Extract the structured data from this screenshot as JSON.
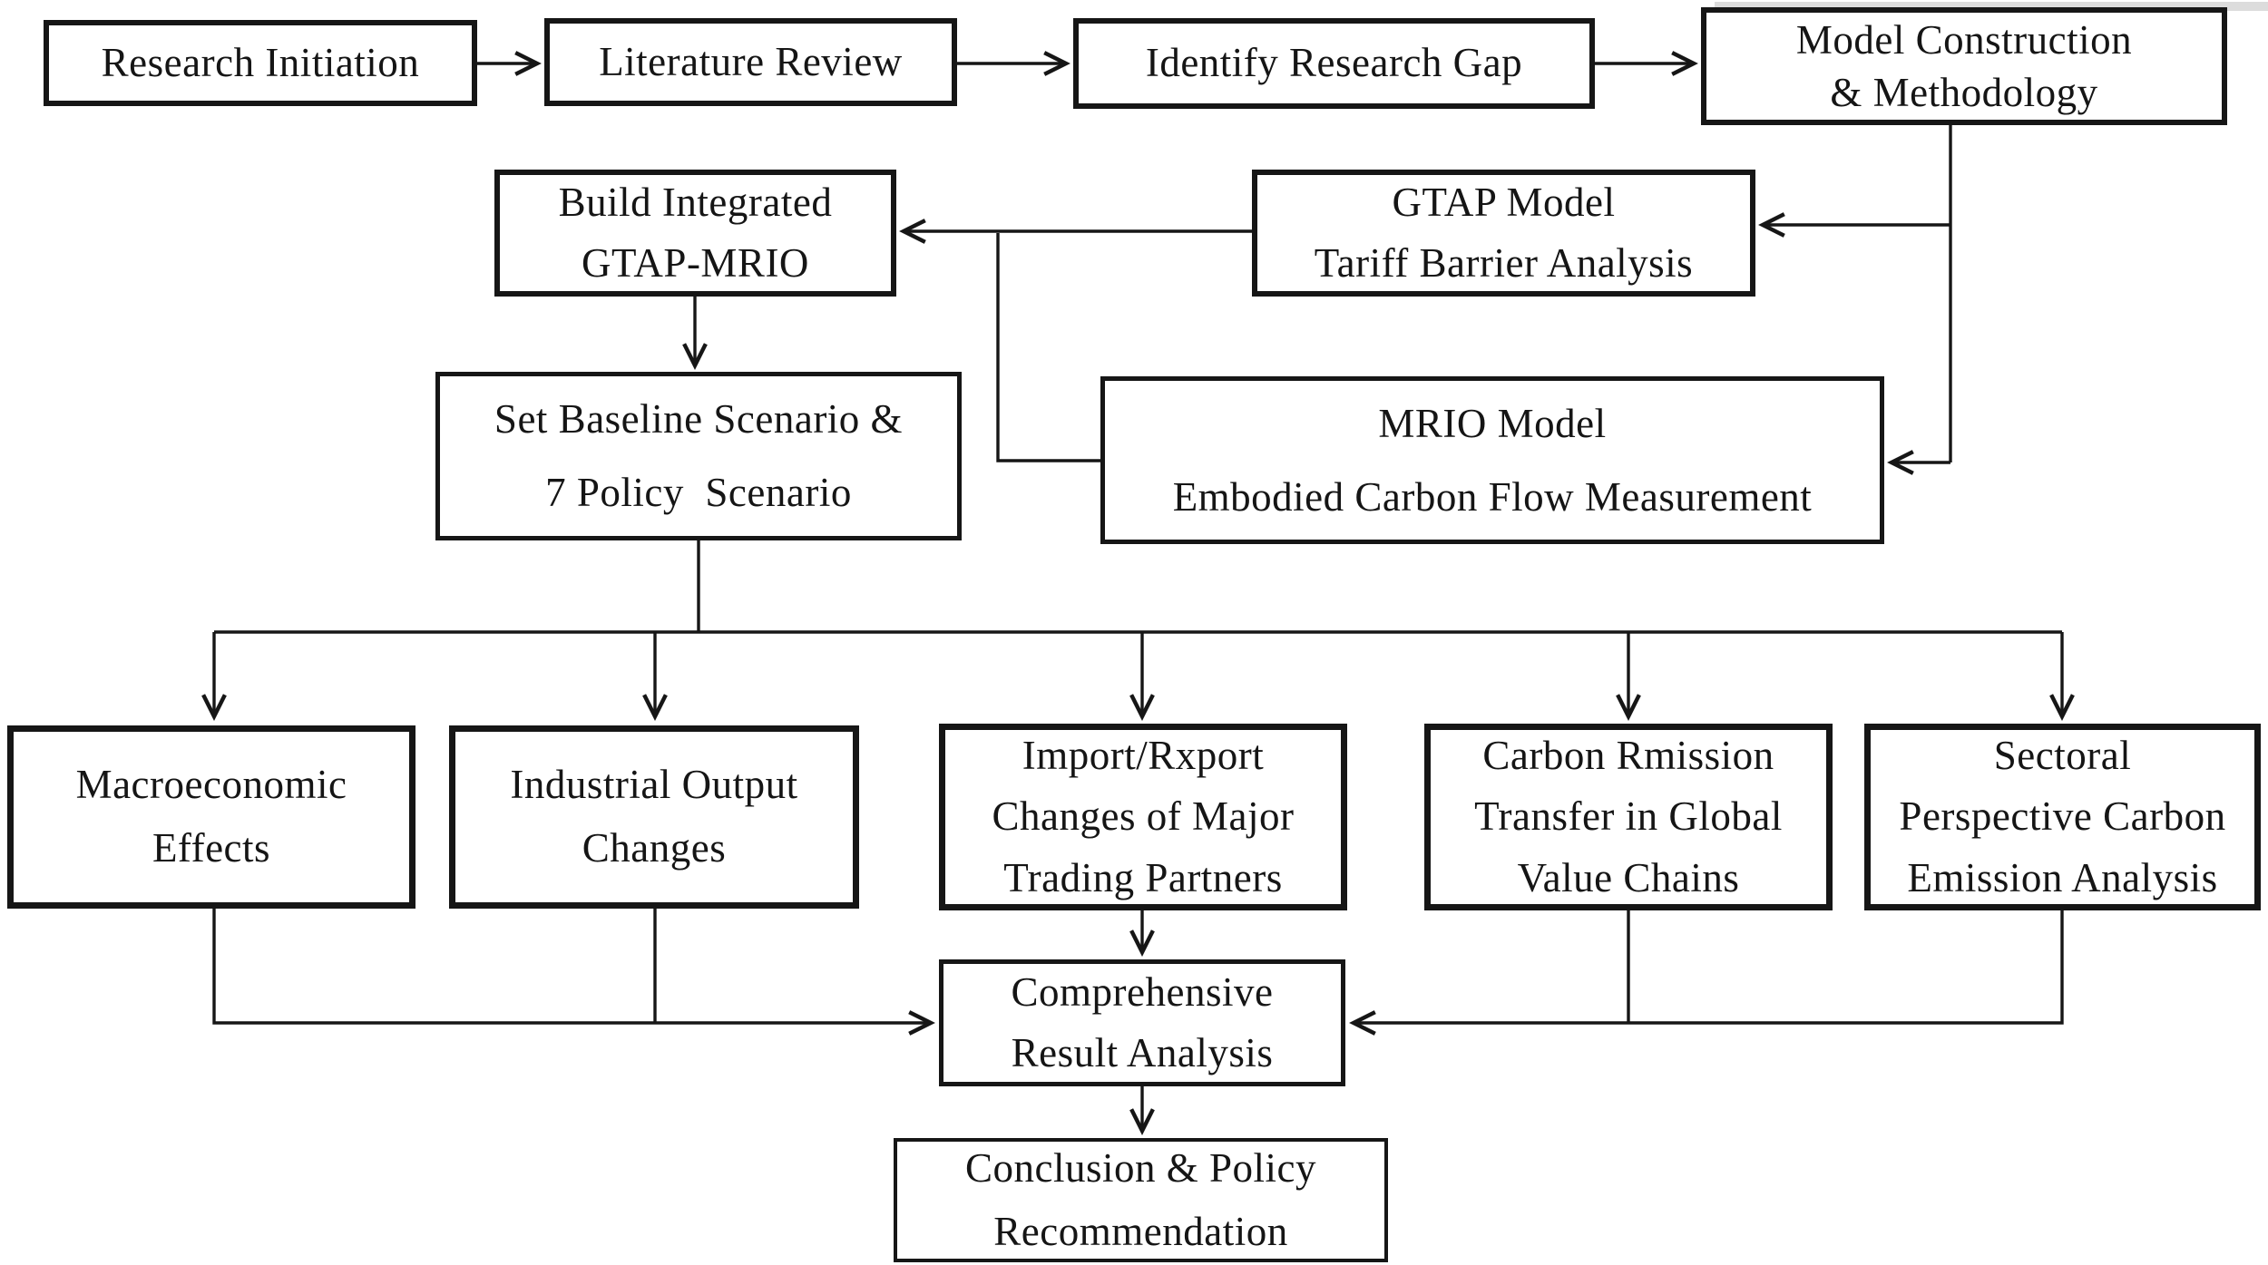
{
  "diagram": {
    "title": "Research methodology flowchart",
    "colors": {
      "background": "#ffffff",
      "box_border": "#161616",
      "line": "#161616",
      "text": "#151515"
    },
    "nodes": [
      {
        "id": "research-initiation",
        "label": "Research Initiation"
      },
      {
        "id": "literature-review",
        "label": "Literature Review"
      },
      {
        "id": "identify-research-gap",
        "label": "Identify Research Gap"
      },
      {
        "id": "model-construction",
        "label": "Model Construction\n& Methodology"
      },
      {
        "id": "build-integrated",
        "label": "Build Integrated\nGTAP-MRIO"
      },
      {
        "id": "gtap-model",
        "label": "GTAP Model\nTariff Barrier Analysis"
      },
      {
        "id": "set-baseline",
        "label": "Set Baseline Scenario &\n7 Policy  Scenario"
      },
      {
        "id": "mrio-model",
        "label": "MRIO Model\nEmbodied Carbon Flow Measurement"
      },
      {
        "id": "macroeconomic-effects",
        "label": "Macroeconomic\nEffects"
      },
      {
        "id": "industrial-output",
        "label": "Industrial Output\nChanges"
      },
      {
        "id": "import-export-changes",
        "label": "Import/Rxport\nChanges of Major\nTrading Partners"
      },
      {
        "id": "carbon-emission-transfer",
        "label": "Carbon Rmission\nTransfer in Global\nValue Chains"
      },
      {
        "id": "sectoral-perspective",
        "label": "Sectoral\nPerspective Carbon\nEmission Analysis"
      },
      {
        "id": "comprehensive-result",
        "label": "Comprehensive\nResult Analysis"
      },
      {
        "id": "conclusion-policy",
        "label": "Conclusion & Policy\nRecommendation"
      }
    ],
    "edges": [
      {
        "from": "research-initiation",
        "to": "literature-review"
      },
      {
        "from": "literature-review",
        "to": "identify-research-gap"
      },
      {
        "from": "identify-research-gap",
        "to": "model-construction"
      },
      {
        "from": "model-construction",
        "to": "gtap-model"
      },
      {
        "from": "model-construction",
        "to": "mrio-model"
      },
      {
        "from": "gtap-model",
        "to": "build-integrated"
      },
      {
        "from": "mrio-model",
        "to": "build-integrated"
      },
      {
        "from": "build-integrated",
        "to": "set-baseline"
      },
      {
        "from": "set-baseline",
        "to": "macroeconomic-effects"
      },
      {
        "from": "set-baseline",
        "to": "industrial-output"
      },
      {
        "from": "set-baseline",
        "to": "import-export-changes"
      },
      {
        "from": "set-baseline",
        "to": "carbon-emission-transfer"
      },
      {
        "from": "set-baseline",
        "to": "sectoral-perspective"
      },
      {
        "from": "macroeconomic-effects",
        "to": "comprehensive-result"
      },
      {
        "from": "industrial-output",
        "to": "comprehensive-result"
      },
      {
        "from": "import-export-changes",
        "to": "comprehensive-result"
      },
      {
        "from": "carbon-emission-transfer",
        "to": "comprehensive-result"
      },
      {
        "from": "sectoral-perspective",
        "to": "comprehensive-result"
      },
      {
        "from": "comprehensive-result",
        "to": "conclusion-policy"
      }
    ]
  }
}
